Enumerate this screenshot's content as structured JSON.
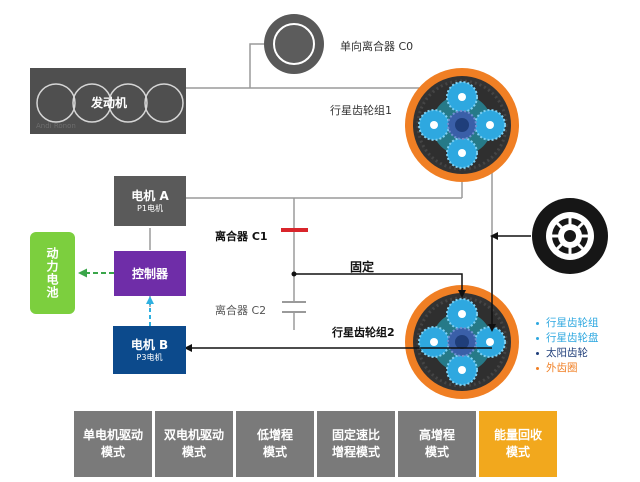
{
  "colors": {
    "engine_box": "#4f4f4f",
    "motor_a_box": "#5a5a5a",
    "controller_box": "#6f2da8",
    "motor_b_box": "#0c4a8c",
    "battery_box": "#7ccf3e",
    "clutch_c1": "#d9252b",
    "ring_gear": "#f07f24",
    "carrier": "#2f2f2f",
    "planet_gears": "#2ea8e0",
    "sun_gear": "#3a5fa8",
    "mode_normal": "#7a7a7a",
    "mode_active": "#f2a81d",
    "arrow_green": "#3aa64a",
    "arrow_cyan": "#2fb0e0"
  },
  "engine": {
    "label": "发动机",
    "watermark": "Andi Ronon"
  },
  "clutch_c0": {
    "label": "单向离合器 C0"
  },
  "planet1": {
    "label": "行星齿轮组1"
  },
  "planet2": {
    "label": "行星齿轮组2"
  },
  "motor_a": {
    "title": "电机 A",
    "subtitle": "P1电机"
  },
  "controller": {
    "label": "控制器"
  },
  "motor_b": {
    "title": "电机 B",
    "subtitle": "P3电机"
  },
  "battery": {
    "label": "动力电池"
  },
  "clutch_c1": {
    "label": "离合器 C1"
  },
  "clutch_c2": {
    "label": "离合器 C2"
  },
  "fixed": {
    "label": "固定"
  },
  "legend": [
    {
      "label": "行星齿轮组",
      "color": "#2ea8e0"
    },
    {
      "label": "行星齿轮盘",
      "color": "#2ea8e0"
    },
    {
      "label": "太阳齿轮",
      "color": "#1f3e7a"
    },
    {
      "label": "外齿圈",
      "color": "#f07f24"
    }
  ],
  "modes": [
    {
      "label": "单电机驱动\n模式",
      "active": false
    },
    {
      "label": "双电机驱动\n模式",
      "active": false
    },
    {
      "label": "低增程\n模式",
      "active": false
    },
    {
      "label": "固定速比\n增程模式",
      "active": false
    },
    {
      "label": "高增程\n模式",
      "active": false
    },
    {
      "label": "能量回收\n模式",
      "active": true
    }
  ]
}
